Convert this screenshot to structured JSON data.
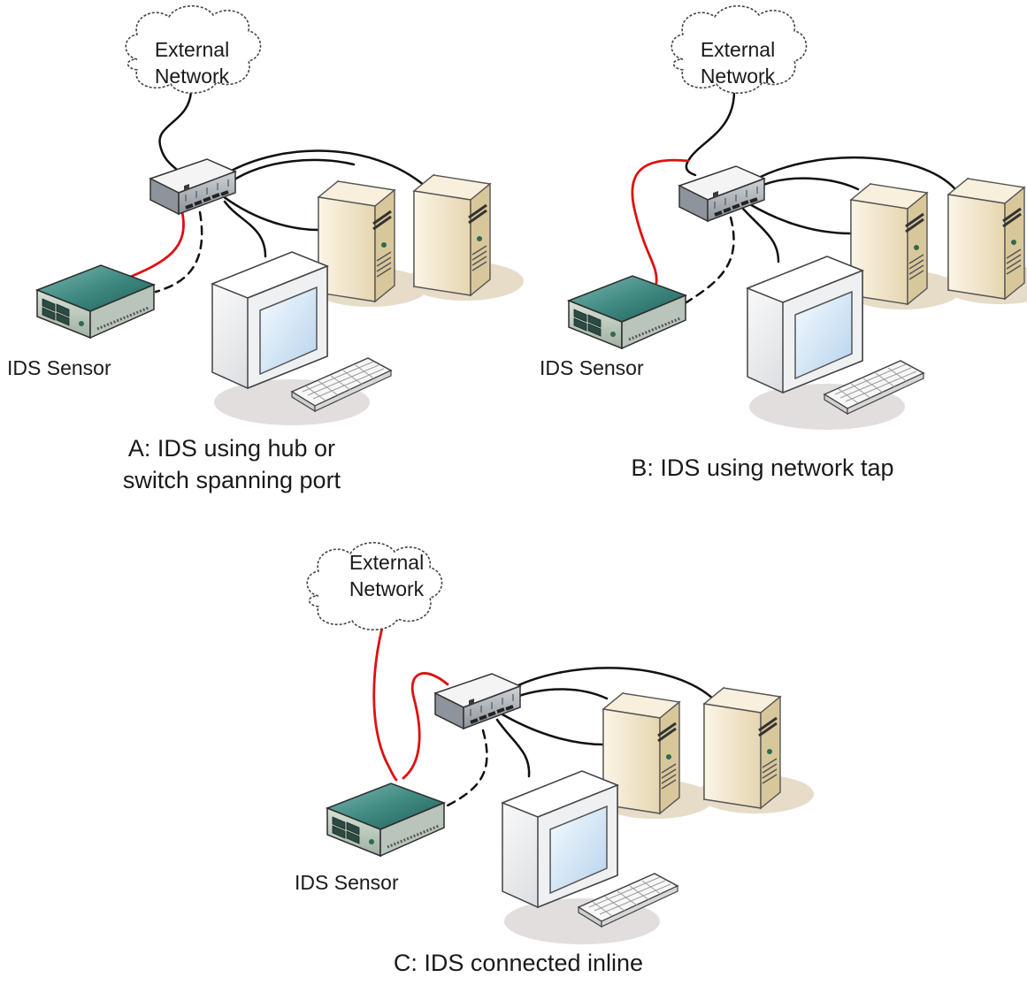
{
  "scenarios": [
    {
      "id": "A",
      "cloud_label": [
        "External",
        "Network"
      ],
      "sensor_label": "IDS Sensor",
      "caption": [
        "A:  IDS using hub or",
        "switch spanning port"
      ]
    },
    {
      "id": "B",
      "cloud_label": [
        "External",
        "Network"
      ],
      "sensor_label": "IDS Sensor",
      "caption": [
        "B:  IDS using network tap"
      ]
    },
    {
      "id": "C",
      "cloud_label": [
        "External",
        "Network"
      ],
      "sensor_label": "IDS Sensor",
      "caption": [
        "C:  IDS connected inline"
      ]
    }
  ],
  "colors": {
    "monitor_cable": "#dd1111",
    "cable": "#111111",
    "sensor_top": "#3f8a82",
    "server_front": "#efe3c6",
    "server_side": "#d4c196",
    "hub_top": "#f2f2f2",
    "shadow": "#e6dcc8"
  }
}
